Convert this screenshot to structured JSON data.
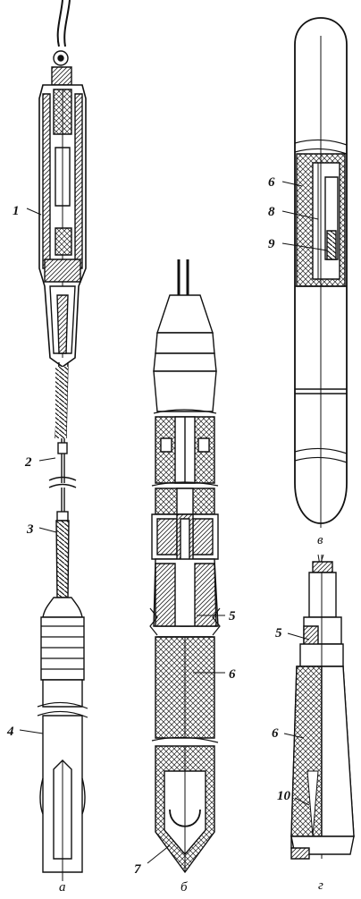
{
  "figure": {
    "callouts": [
      "1",
      "2",
      "3",
      "4",
      "5",
      "6",
      "7",
      "8",
      "9",
      "10"
    ],
    "captions": [
      "а",
      "б",
      "в",
      "г"
    ]
  }
}
